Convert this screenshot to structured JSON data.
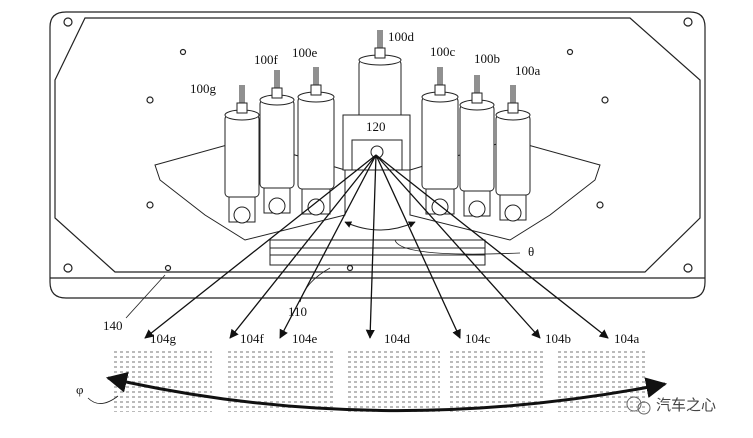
{
  "figure": {
    "modules": [
      {
        "id": "100g",
        "label": "100g"
      },
      {
        "id": "100f",
        "label": "100f"
      },
      {
        "id": "100e",
        "label": "100e"
      },
      {
        "id": "100d",
        "label": "100d"
      },
      {
        "id": "100c",
        "label": "100c"
      },
      {
        "id": "100b",
        "label": "100b"
      },
      {
        "id": "100a",
        "label": "100a"
      }
    ],
    "center_unit_label": "120",
    "base_label": "110",
    "plate_label": "140",
    "angle_theta": "θ",
    "angle_phi": "φ",
    "beams": [
      {
        "label": "104g"
      },
      {
        "label": "104f"
      },
      {
        "label": "104e"
      },
      {
        "label": "104d"
      },
      {
        "label": "104c"
      },
      {
        "label": "104b"
      },
      {
        "label": "104a"
      }
    ]
  },
  "watermark": {
    "text": "汽车之心"
  }
}
